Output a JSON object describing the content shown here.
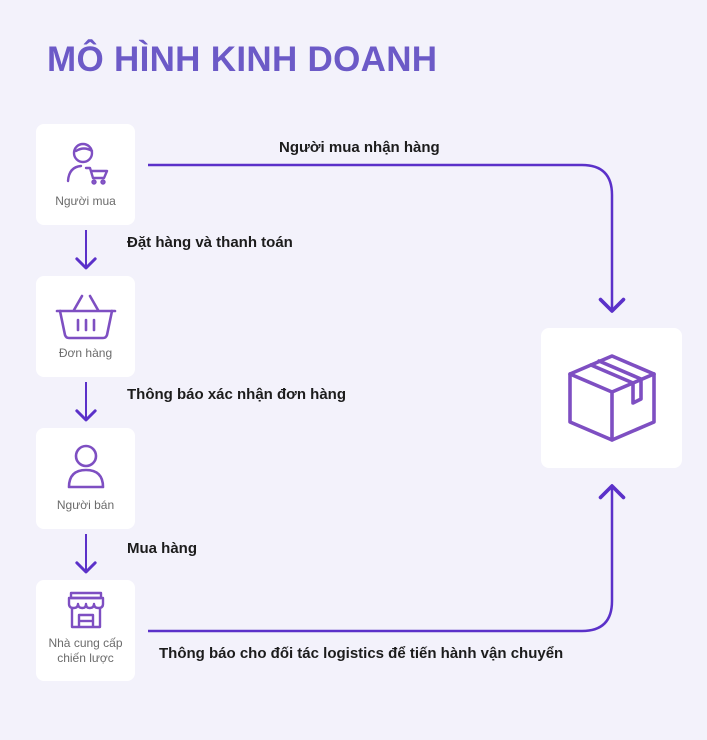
{
  "title": "MÔ HÌNH KINH DOANH",
  "accent_color": "#6c5ac7",
  "line_color": "#5b31c9",
  "nodes": [
    {
      "id": "buyer",
      "label": "Người mua",
      "icon": "buyer-cart-icon"
    },
    {
      "id": "order",
      "label": "Đơn hàng",
      "icon": "basket-icon"
    },
    {
      "id": "seller",
      "label": "Người bán",
      "icon": "person-icon"
    },
    {
      "id": "supplier",
      "label_line1": "Nhà cung cấp",
      "label_line2": "chiến lược",
      "icon": "store-icon"
    },
    {
      "id": "package",
      "label": "",
      "icon": "package-box-icon"
    }
  ],
  "edges": {
    "buyer_to_order": "Đặt hàng và thanh toán",
    "order_to_seller": "Thông báo xác nhận đơn hàng",
    "seller_to_supplier": "Mua hàng",
    "package_to_buyer": "Người mua nhận hàng",
    "supplier_to_package": "Thông báo cho đối tác logistics để tiến hành vận chuyển"
  }
}
